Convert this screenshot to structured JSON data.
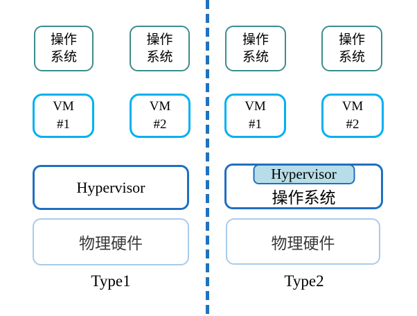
{
  "colors": {
    "os_border": "#3C8C8C",
    "vm_border": "#00B0F0",
    "hyp_border": "#1F6FBF",
    "hw_border": "#A8CBEA",
    "hyp_fill": "#B7DEE8",
    "divider": "#1E73BE",
    "bg": "#FFFFFF",
    "text": "#000000",
    "hw_text": "#3A3A3A"
  },
  "type1": {
    "caption": "Type1",
    "os_boxes": [
      {
        "line1": "操作",
        "line2": "系统"
      },
      {
        "line1": "操作",
        "line2": "系统"
      }
    ],
    "vm_boxes": [
      {
        "line1": "VM",
        "line2": "#1"
      },
      {
        "line1": "VM",
        "line2": "#2"
      }
    ],
    "hypervisor_label": "Hypervisor",
    "hardware_label": "物理硬件"
  },
  "type2": {
    "caption": "Type2",
    "os_boxes": [
      {
        "line1": "操作",
        "line2": "系统"
      },
      {
        "line1": "操作",
        "line2": "系统"
      }
    ],
    "vm_boxes": [
      {
        "line1": "VM",
        "line2": "#1"
      },
      {
        "line1": "VM",
        "line2": "#2"
      }
    ],
    "hypervisor_label": "Hypervisor",
    "host_os_label": "操作系统",
    "hardware_label": "物理硬件"
  }
}
